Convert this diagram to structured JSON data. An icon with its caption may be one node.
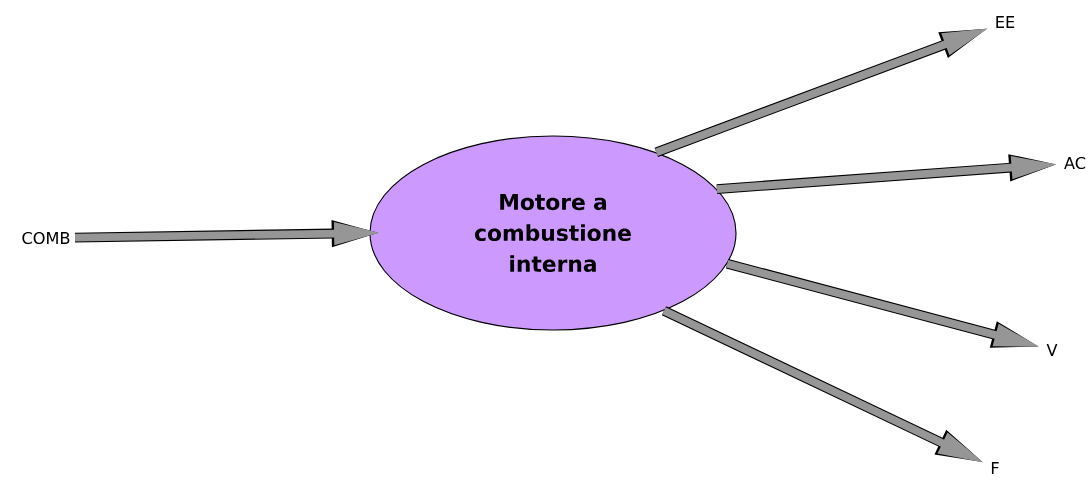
{
  "diagram": {
    "nodes": [
      {
        "text": [
          "Motore a combustione interna"
        ]
      },
      {
        "text": [
          "COMB"
        ]
      },
      {
        "text": [
          "EE"
        ]
      },
      {
        "text": [
          "AC"
        ]
      },
      {
        "text": [
          "V"
        ]
      },
      {
        "text": [
          "F"
        ]
      }
    ],
    "edges": [
      {
        "from": 1,
        "to": 0,
        "arrow": "to"
      },
      {
        "from": 0,
        "to": 2,
        "arrow": "to"
      },
      {
        "from": 0,
        "to": 3,
        "arrow": "to"
      },
      {
        "from": 0,
        "to": 4,
        "arrow": "to"
      },
      {
        "from": 0,
        "to": 5,
        "arrow": "to"
      }
    ]
  }
}
